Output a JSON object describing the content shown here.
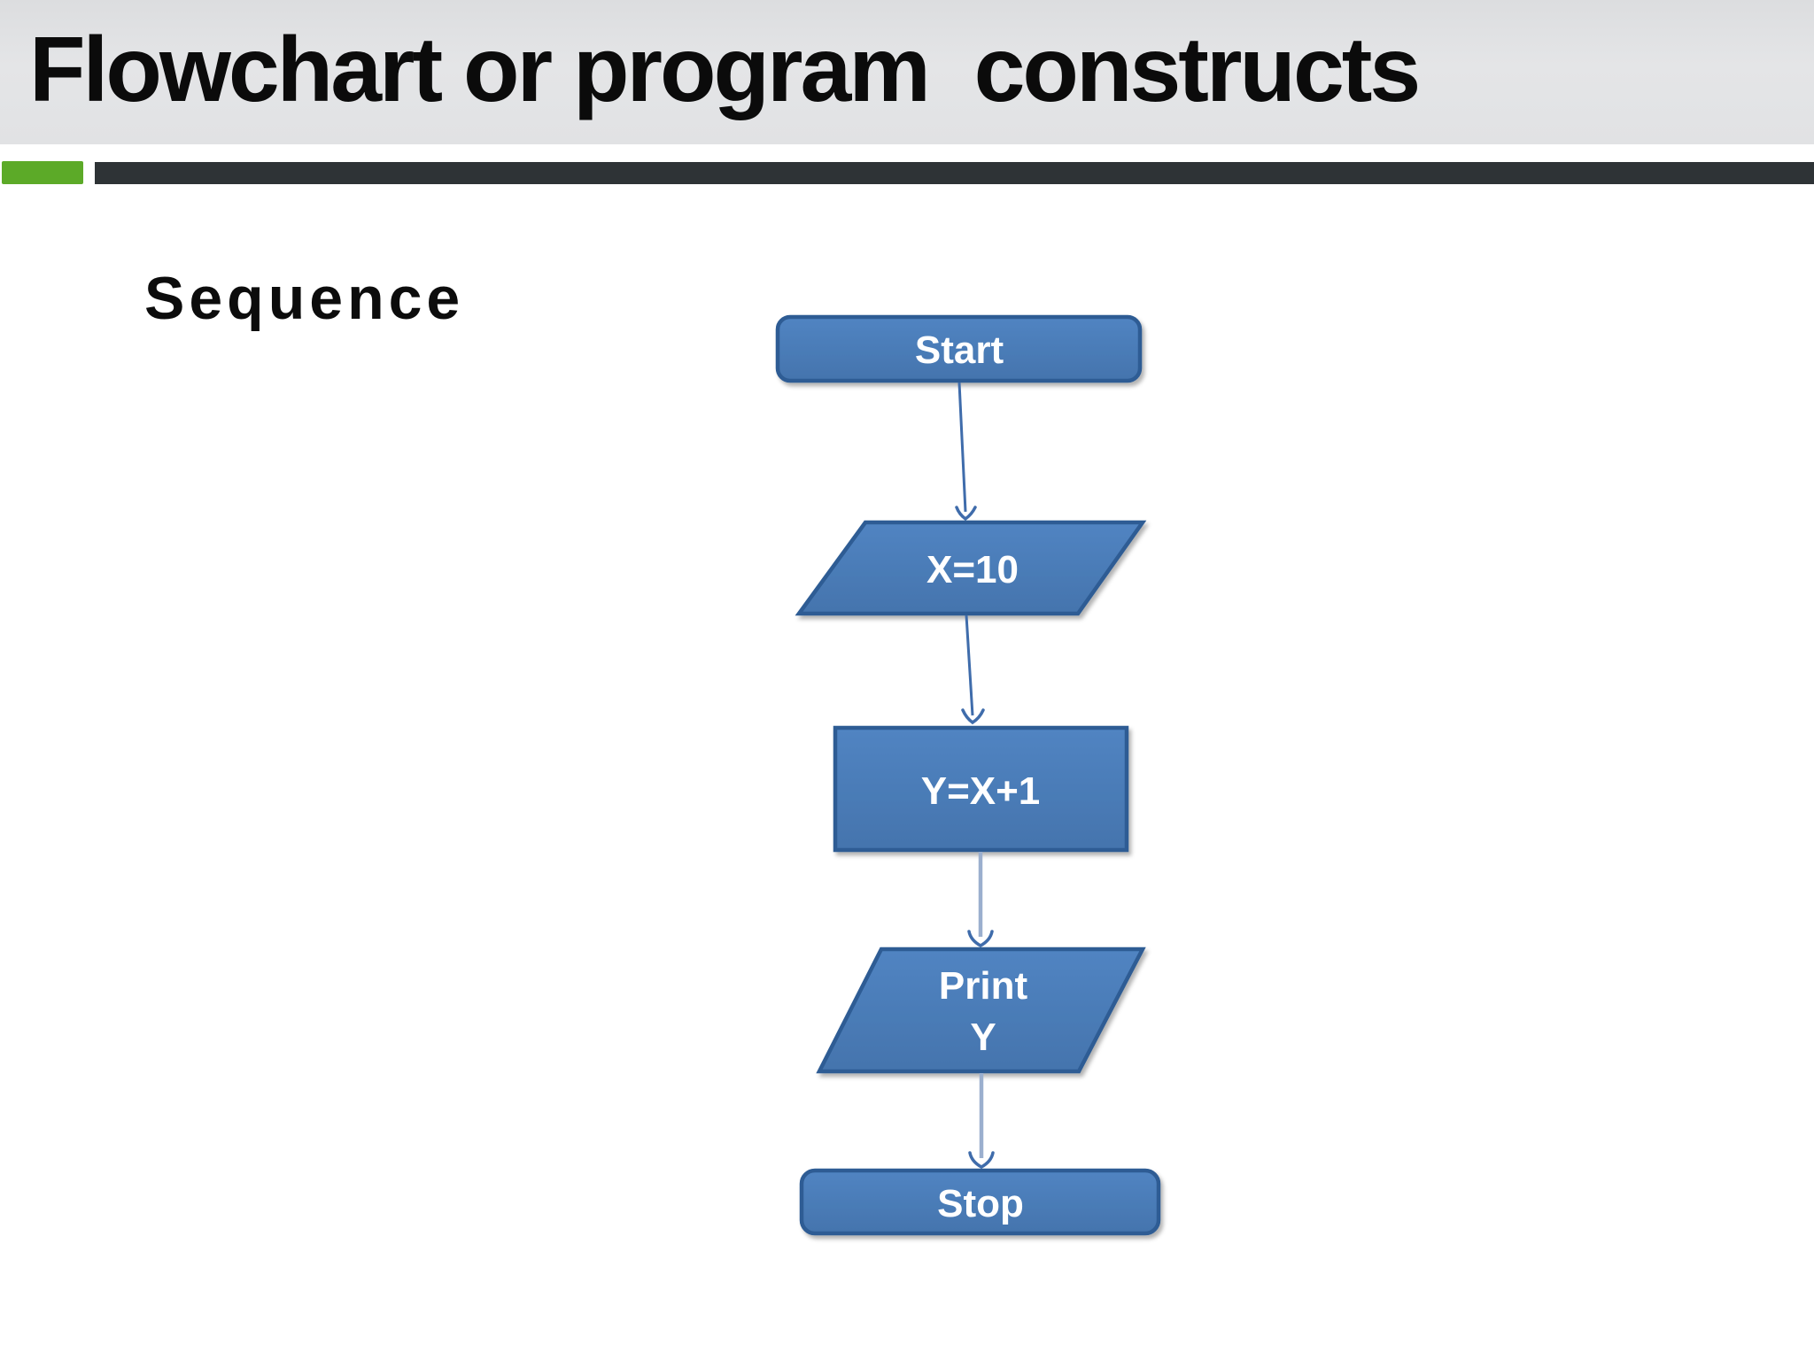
{
  "slide": {
    "title": "Flowchart or program  constructs",
    "section_label": "Sequence"
  },
  "flowchart": {
    "type": "sequence-flowchart",
    "nodes": [
      {
        "label": "Start",
        "shape": "terminator-rounded-rect"
      },
      {
        "label": "X=10",
        "shape": "io-parallelogram"
      },
      {
        "label": "Y=X+1",
        "shape": "process-rectangle"
      },
      {
        "label": "Print",
        "label_line2": "Y",
        "shape": "io-parallelogram"
      },
      {
        "label": "Stop",
        "shape": "terminator-rounded-rect"
      }
    ],
    "edges": [
      {
        "from": "Start",
        "to": "X=10"
      },
      {
        "from": "X=10",
        "to": "Y=X+1"
      },
      {
        "from": "Y=X+1",
        "to": "Print Y"
      },
      {
        "from": "Print Y",
        "to": "Stop"
      }
    ],
    "colors": {
      "node_fill": "#4a7ab5",
      "node_border": "#2d5c94",
      "node_text": "#ffffff",
      "arrow_dark": "#3f6cab",
      "arrow_light": "#9bafce"
    }
  },
  "theme": {
    "header_background": "#e2e3e5",
    "title_color": "#0b0b0b",
    "accent_green": "#5caa28",
    "accent_dark_bar": "#2e3336",
    "slide_background": "#ffffff"
  }
}
